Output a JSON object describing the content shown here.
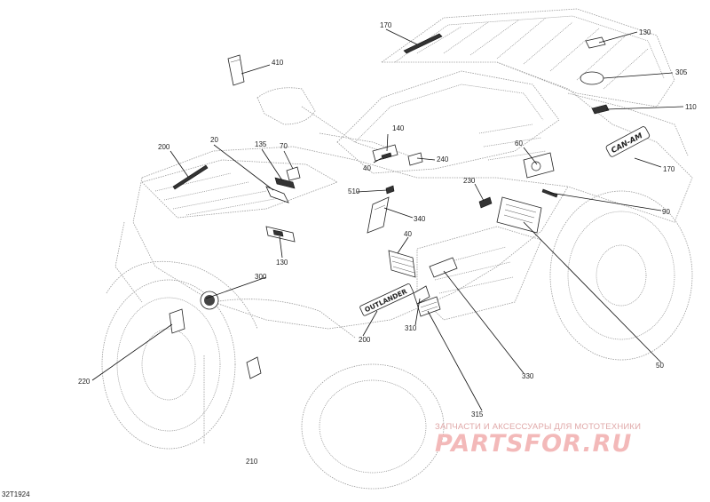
{
  "drawing_code": "32T1924",
  "watermark": {
    "tagline": "ЗАПЧАСТИ И АКСЕССУАРЫ ДЛЯ МОТОТЕХНИКИ",
    "logo_text": "PARTSFOR.RU"
  },
  "callouts": [
    {
      "id": "c410",
      "label": "410"
    },
    {
      "id": "c170a",
      "label": "170"
    },
    {
      "id": "c130a",
      "label": "130"
    },
    {
      "id": "c305",
      "label": "305"
    },
    {
      "id": "c110",
      "label": "110"
    },
    {
      "id": "c170b",
      "label": "170"
    },
    {
      "id": "c140",
      "label": "140"
    },
    {
      "id": "c40a",
      "label": "40"
    },
    {
      "id": "c240",
      "label": "240"
    },
    {
      "id": "c60",
      "label": "60"
    },
    {
      "id": "c20",
      "label": "20"
    },
    {
      "id": "c135",
      "label": "135"
    },
    {
      "id": "c70",
      "label": "70"
    },
    {
      "id": "c200a",
      "label": "200"
    },
    {
      "id": "c510",
      "label": "510"
    },
    {
      "id": "c230",
      "label": "230"
    },
    {
      "id": "c90",
      "label": "90"
    },
    {
      "id": "c340",
      "label": "340"
    },
    {
      "id": "c130b",
      "label": "130"
    },
    {
      "id": "c40b",
      "label": "40"
    },
    {
      "id": "c300",
      "label": "300"
    },
    {
      "id": "c200b",
      "label": "200"
    },
    {
      "id": "c310",
      "label": "310"
    },
    {
      "id": "c50",
      "label": "50"
    },
    {
      "id": "c330",
      "label": "330"
    },
    {
      "id": "c220",
      "label": "220"
    },
    {
      "id": "c315",
      "label": "315"
    },
    {
      "id": "c210",
      "label": "210"
    }
  ],
  "decal_texts": {
    "fender_brand": "OUTLANDER",
    "rear_brand": "CAN-AM"
  }
}
